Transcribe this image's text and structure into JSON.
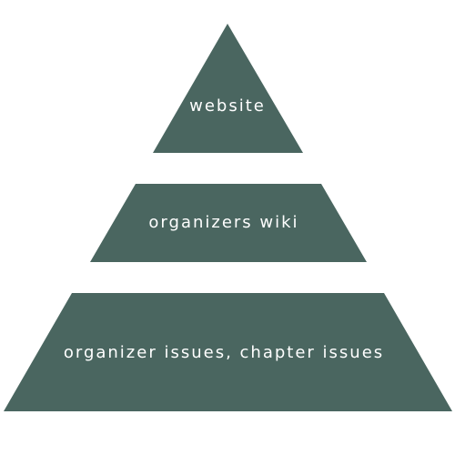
{
  "colors": {
    "tier_fill": "#4a6660",
    "label_text": "#ffffff",
    "background": "#ffffff"
  },
  "pyramid": {
    "tiers": [
      {
        "label": "website"
      },
      {
        "label": "organizers wiki"
      },
      {
        "label": "organizer issues, chapter issues"
      }
    ]
  }
}
